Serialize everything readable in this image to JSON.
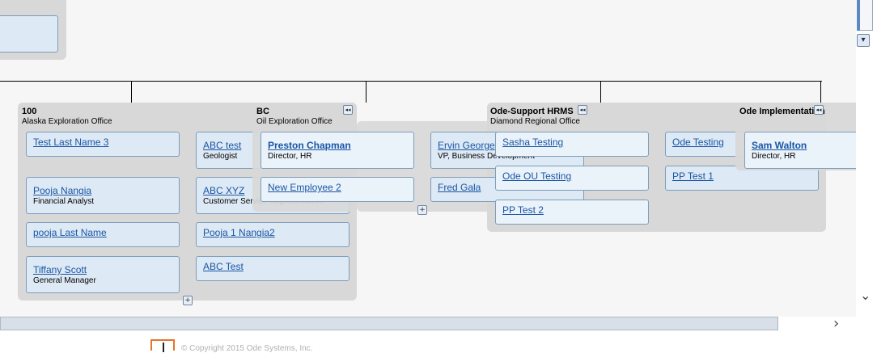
{
  "departments": [
    {
      "name": "100",
      "location": "Alaska Exploration Office"
    },
    {
      "name": "BC",
      "location": "Oil Exploration Office"
    },
    {
      "name": "Ode-Support HRMS",
      "location": "Diamond Regional Office"
    },
    {
      "name": "Ode Implementation",
      "location": ""
    }
  ],
  "employees": {
    "d100": [
      {
        "name": "Test Last Name 3",
        "title": ""
      },
      {
        "name": "Pooja Nangia",
        "title": "Financial Analyst"
      },
      {
        "name": "pooja Last Name",
        "title": ""
      },
      {
        "name": "Tiffany Scott",
        "title": "General Manager"
      },
      {
        "name": "ABC test",
        "title": "Geologist"
      },
      {
        "name": "ABC XYZ",
        "title": "Customer Service Representative"
      },
      {
        "name": "Pooja 1 Nangia2",
        "title": ""
      },
      {
        "name": "ABC Test",
        "title": ""
      }
    ],
    "dbc": [
      {
        "name": "Preston Chapman",
        "title": "Director, HR"
      },
      {
        "name": "New Employee 2",
        "title": ""
      },
      {
        "name": "Ervin George",
        "title": "VP, Business Development"
      },
      {
        "name": "Fred Gala",
        "title": ""
      }
    ],
    "dsupport": [
      {
        "name": "Sasha Testing",
        "title": ""
      },
      {
        "name": "Ode OU Testing",
        "title": ""
      },
      {
        "name": "PP Test 2",
        "title": ""
      }
    ],
    "dimpl": [
      {
        "name": "Ode Testing",
        "title": ""
      },
      {
        "name": "PP Test 1",
        "title": ""
      },
      {
        "name": "Sam Walton",
        "title": "Director, HR"
      }
    ]
  },
  "controls": {
    "expand_symbol": "+",
    "collapse_symbol": "◂◂",
    "scroll_down_symbol": "▾",
    "chevron_down_symbol": "⌄",
    "chevron_right_symbol": "›"
  },
  "footer": {
    "copyright": "© Copyright 2015 Ode Systems, Inc."
  }
}
